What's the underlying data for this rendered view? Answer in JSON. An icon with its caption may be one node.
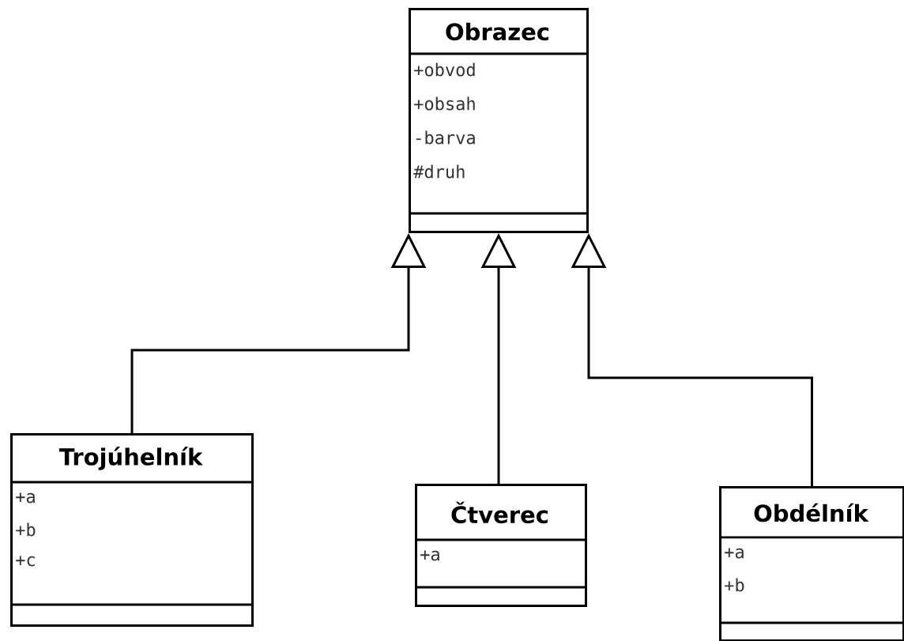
{
  "diagram": {
    "nodes": [
      {
        "text": [
          "Obrazec",
          "+obvod",
          "+obsah",
          "-barva",
          "#druh"
        ]
      },
      {
        "text": [
          "Trojúhelník",
          "+a",
          "+b",
          "+c"
        ]
      },
      {
        "text": [
          "Čtverec",
          "+a"
        ]
      },
      {
        "text": [
          "Obdélník",
          "+a",
          "+b"
        ]
      }
    ],
    "edges": [
      {
        "from": 1,
        "to": 0,
        "arrow": "to"
      },
      {
        "from": 2,
        "to": 0,
        "arrow": "to"
      },
      {
        "from": 3,
        "to": 0,
        "arrow": "to"
      }
    ]
  }
}
